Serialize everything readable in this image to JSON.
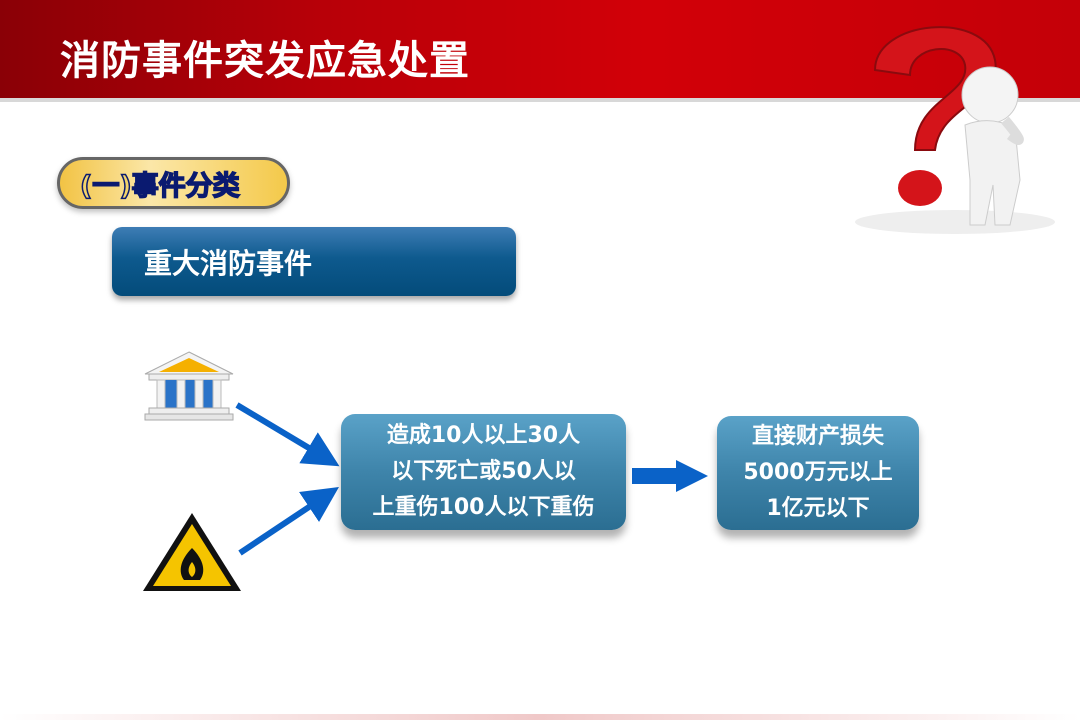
{
  "header": {
    "title": "消防事件突发应急处置"
  },
  "section": {
    "label": "(一)事件分类"
  },
  "category": {
    "label": "重大消防事件"
  },
  "flow": {
    "casualty_lines": [
      "造成10人以上30人",
      "以下死亡或50人以",
      "上重伤100人以下重伤"
    ],
    "loss_lines": [
      "直接财产损失",
      "5000万元以上",
      "1亿元以下"
    ]
  },
  "colors": {
    "header_red": "#c80008",
    "box_blue": "#3e84aa",
    "arrow_blue": "#0a62c8",
    "major_blue": "#0e5a8e"
  }
}
